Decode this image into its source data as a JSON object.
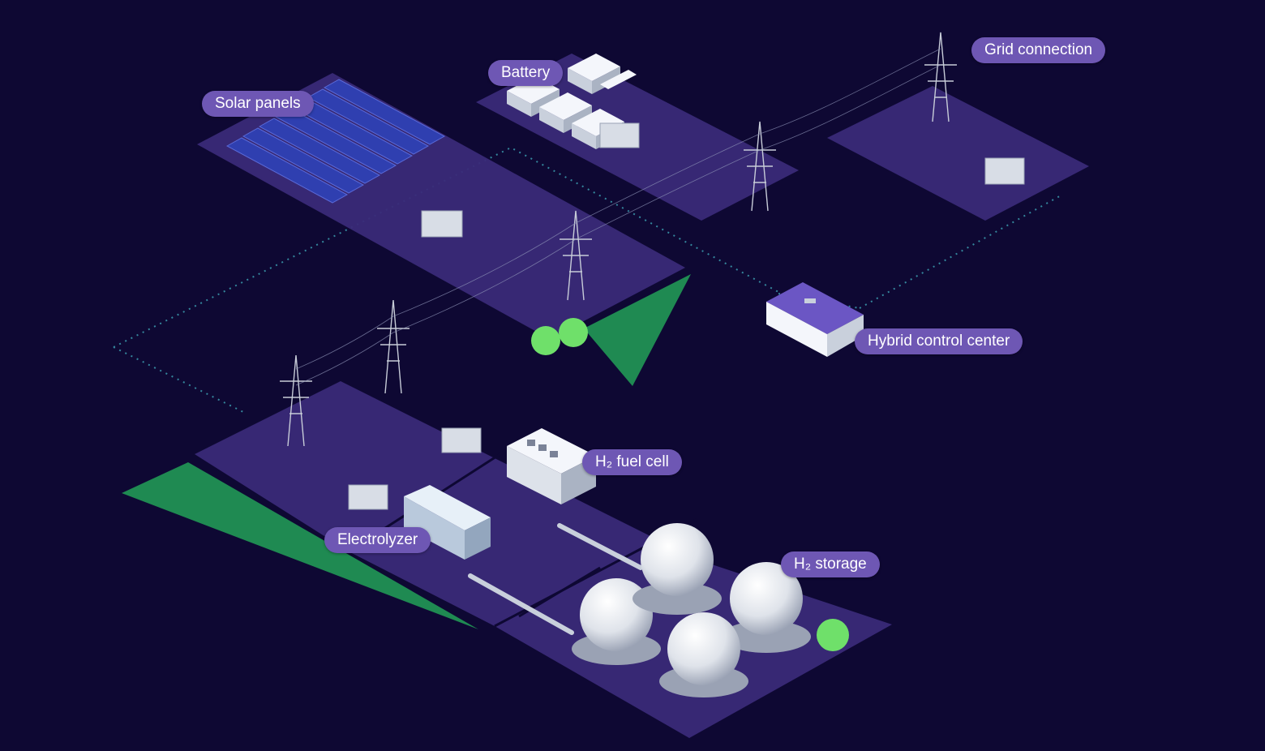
{
  "labels": {
    "solar_panels": "Solar panels",
    "battery": "Battery",
    "grid_connection": "Grid connection",
    "hybrid_control_center": "Hybrid control center",
    "h2_fuel_cell": "H₂ fuel cell",
    "electrolyzer": "Electrolyzer",
    "h2_storage": "H₂ storage"
  },
  "colors": {
    "background": "#0e0833",
    "platform": "#3a2a78",
    "platform_light": "#4a3990",
    "label_pill": "#6e57b4",
    "label_text": "#ffffff",
    "green_accent": "#1f8a52",
    "tree": "#6fe06a",
    "solar_panel": "#2f3fb0",
    "dotted_line": "#3fa7b8",
    "equipment": "#d8dde6"
  },
  "icons": [
    "solar-panel-icon",
    "battery-container-icon",
    "transmission-tower-icon",
    "transformer-icon",
    "control-building-icon",
    "fuel-cell-unit-icon",
    "electrolyzer-container-icon",
    "hydrogen-sphere-tank-icon",
    "tree-icon"
  ]
}
